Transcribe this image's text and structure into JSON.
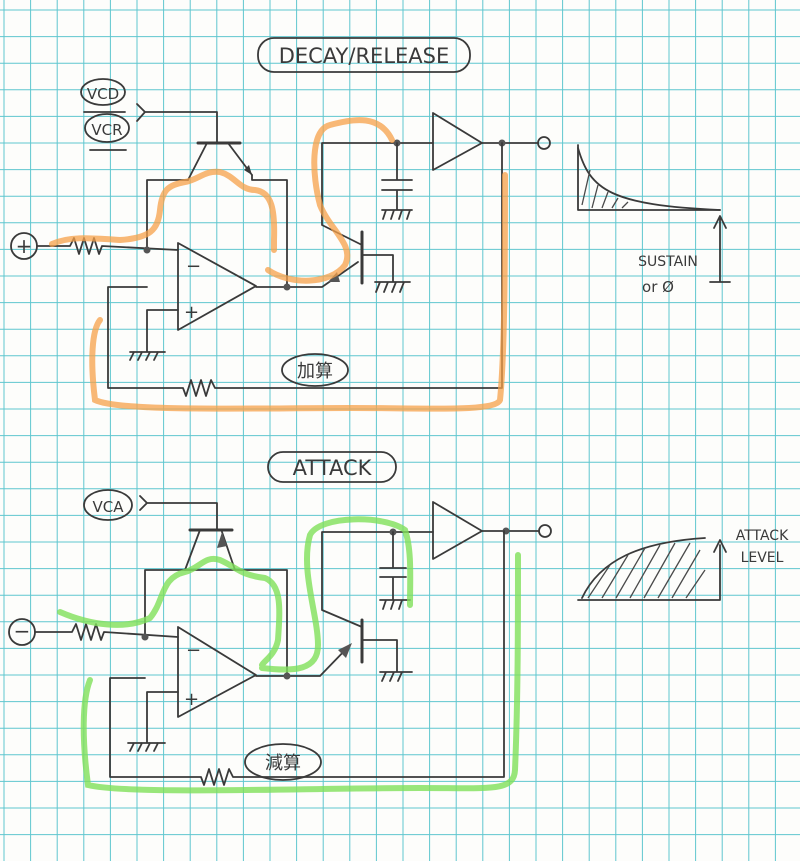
{
  "decay_section": {
    "title": "DECAY/RELEASE",
    "control_inputs": [
      "VCD",
      "VCR"
    ],
    "input_symbol": "+",
    "feedback_label": "加算",
    "waveform_label_line1": "SUSTAIN",
    "waveform_label_line2": "or Ø",
    "highlight_color": "#f5a04a"
  },
  "attack_section": {
    "title": "ATTACK",
    "control_input": "VCA",
    "input_symbol": "−",
    "feedback_label": "減算",
    "waveform_label_line1": "ATTACK",
    "waveform_label_line2": "LEVEL",
    "highlight_color": "#7fe05a"
  },
  "opamp_minus": "−",
  "opamp_plus": "+",
  "grid_color": "#5fc6cf"
}
